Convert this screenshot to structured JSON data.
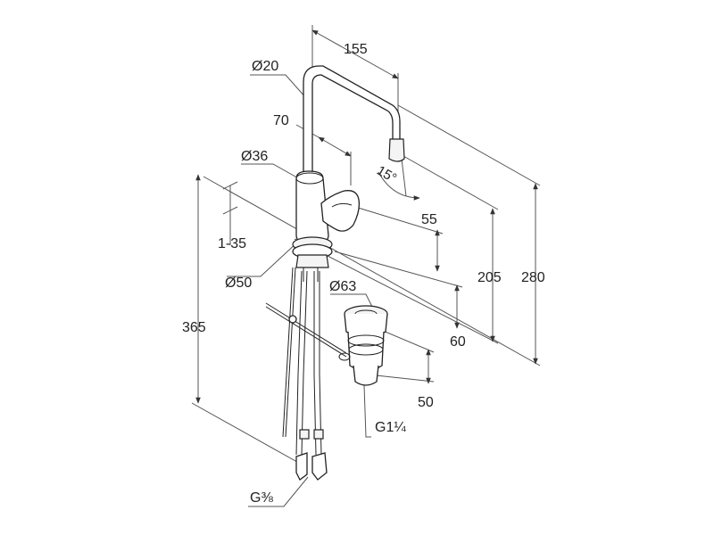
{
  "diagram": {
    "labels": {
      "d20": "Ø20",
      "d36": "Ø36",
      "d50": "Ø50",
      "d63": "Ø63",
      "l155": "155",
      "l70": "70",
      "angle": "15°",
      "l55": "55",
      "l205": "205",
      "l280": "280",
      "range": "1-35",
      "l365": "365",
      "l60": "60",
      "l50": "50",
      "thread_waste": "G1¼",
      "thread_supply": "G⅜"
    }
  }
}
